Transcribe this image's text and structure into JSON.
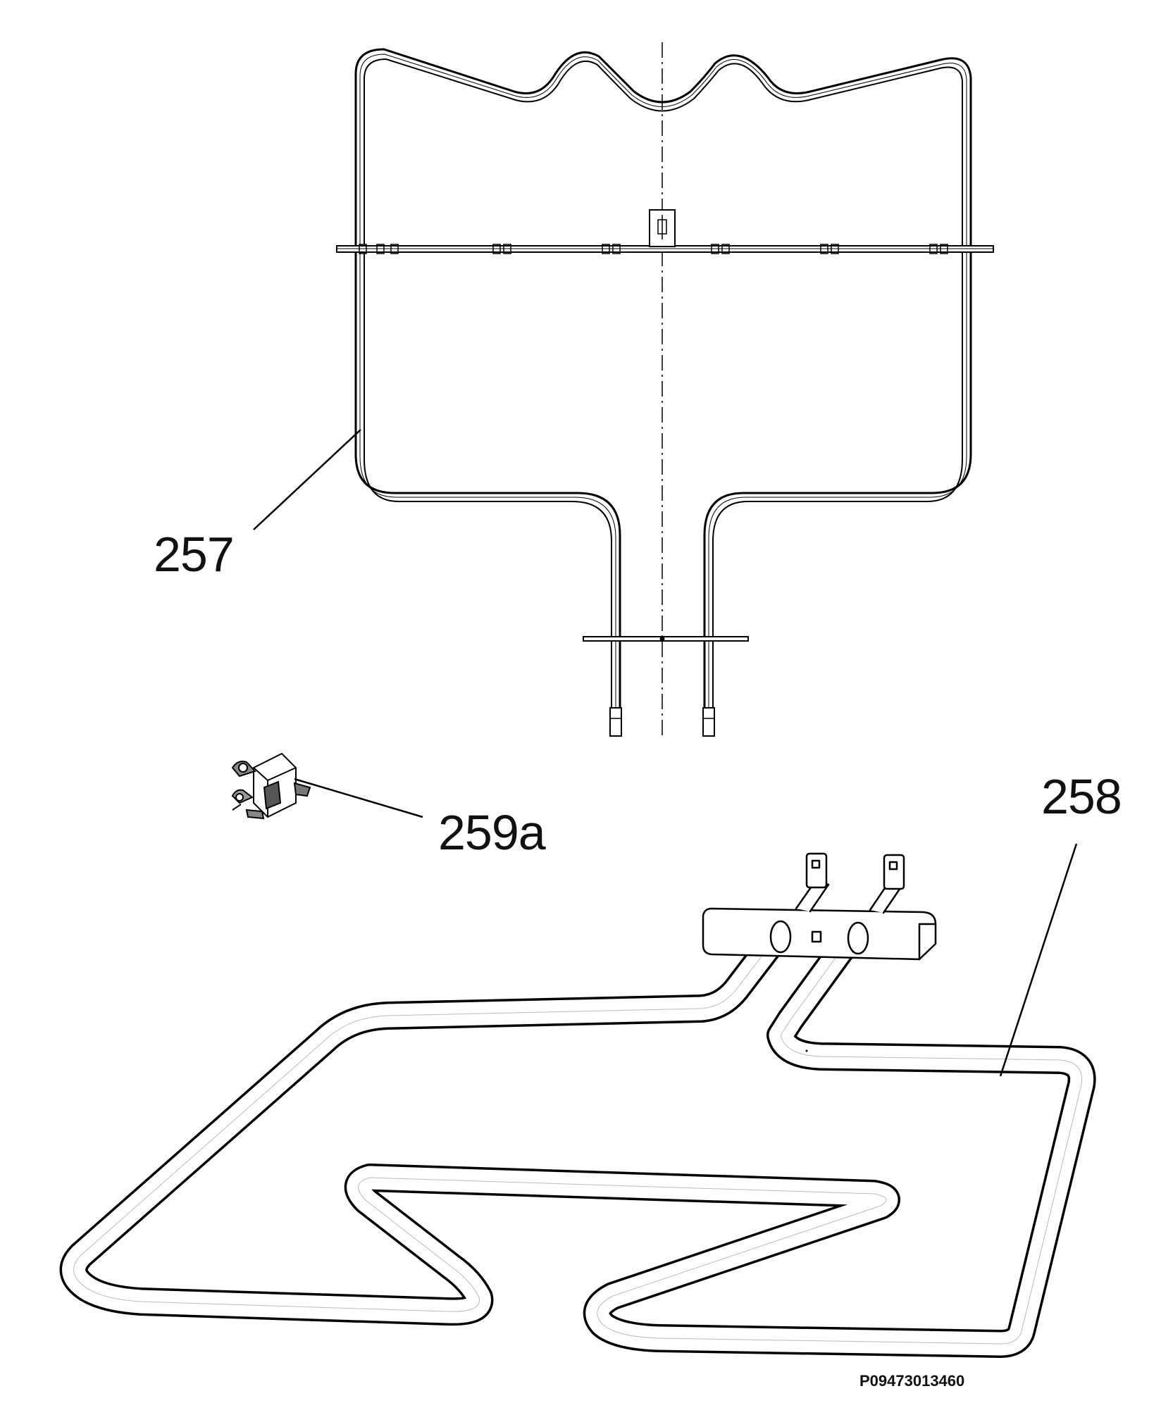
{
  "diagram": {
    "callouts": [
      {
        "id": "upper-element",
        "label": "257"
      },
      {
        "id": "thermostat",
        "label": "259a"
      },
      {
        "id": "lower-element",
        "label": "258"
      }
    ],
    "drawing_id": "P09473013460"
  }
}
